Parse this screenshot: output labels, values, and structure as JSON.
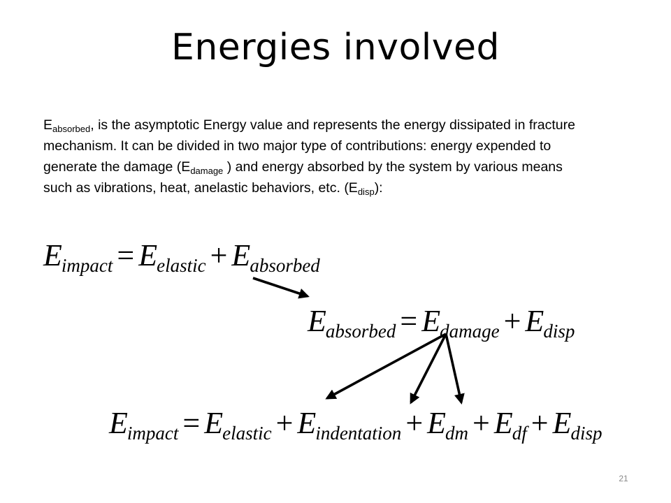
{
  "title": "Energies involved",
  "paragraph": {
    "p1": "E",
    "p1_sub": "absorbed",
    "p2": ", is the asymptotic Energy value and represents the energy dissipated in fracture mechanism. It can be divided in two major type of contributions: energy expended to generate the damage (E",
    "p2_sub": "damage",
    "p3": " ) and energy absorbed by the system by various means such as vibrations, heat, anelastic behaviors, etc. (E",
    "p3_sub": "disp",
    "p4": "):"
  },
  "equations": {
    "eq1": {
      "symbol": "E",
      "equals": "=",
      "plus": "+",
      "lhs": "impact",
      "t1": "elastic",
      "t2": "absorbed"
    },
    "eq2": {
      "symbol": "E",
      "equals": "=",
      "plus": "+",
      "lhs": "absorbed",
      "t1": "damage",
      "t2": "disp"
    },
    "eq3": {
      "symbol": "E",
      "equals": "=",
      "plus": "+",
      "lhs": "impact",
      "t1": "elastic",
      "t2": "indentation",
      "t3": "dm",
      "t4": "df",
      "t5": "disp"
    }
  },
  "page_number": "21",
  "arrow_color": "#000000"
}
